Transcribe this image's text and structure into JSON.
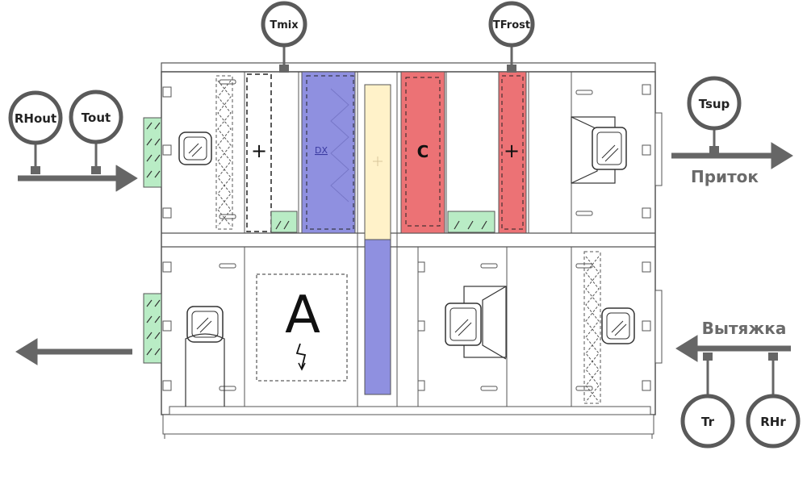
{
  "sensors": {
    "rhout": "RHout",
    "tout": "Tout",
    "tmix": "Tmix",
    "tfrost": "TFrost",
    "tsup": "Tsup",
    "tr": "Tr",
    "rhr": "RHr"
  },
  "flows": {
    "supply_label": "Приток",
    "exhaust_label": "Вытяжка"
  },
  "sections": {
    "heater_symbol": "+",
    "dx_label": "DX",
    "cooler_label": "C",
    "reheater_symbol": "+",
    "electric_label": "A"
  },
  "colors": {
    "outline": "#5a5a5a",
    "sensor_stroke": "#5a5a5a",
    "filter_green": "#b9ecc5",
    "dx_blue": "#8f90e0",
    "recovery_yellow": "#fff2c9",
    "recovery_blue": "#8f90e0",
    "cooler_red": "#ec7275",
    "heater_red": "#ec7275"
  }
}
